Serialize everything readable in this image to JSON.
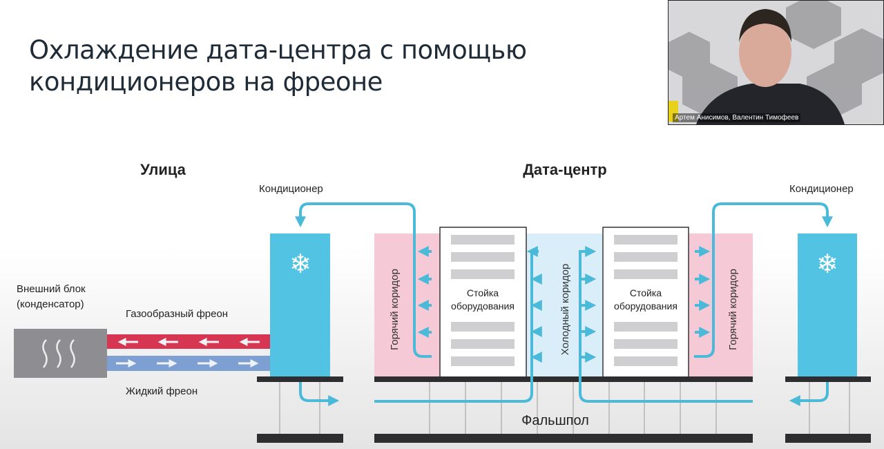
{
  "slide": {
    "title_line1": "Охлаждение дата-центра с помощью",
    "title_line2": "кондиционеров на фреоне"
  },
  "video": {
    "caption": "Артем Анисимов, Валентин Тимофеев"
  },
  "diagram": {
    "street_label": "Улица",
    "datacenter_label": "Дата-центр",
    "ac_left_label": "Кондиционер",
    "ac_right_label": "Кондиционер",
    "outdoor_unit_line1": "Внешний блок",
    "outdoor_unit_line2": "(конденсатор)",
    "gas_freon": "Газообразный фреон",
    "liquid_freon": "Жидкий фреон",
    "hot_corridor_left": "Горячий коридор",
    "cold_corridor": "Холодный коридор",
    "hot_corridor_right": "Горячий коридор",
    "rack_left_line1": "Стойка",
    "rack_left_line2": "оборудования",
    "rack_right_line1": "Стойка",
    "rack_right_line2": "оборудования",
    "raised_floor": "Фальшпол",
    "colors": {
      "air": "#4bbad9",
      "ac_unit": "#52c3e2",
      "hot": "#f6c9d7",
      "cold": "#d9eef9",
      "gas_pipe": "#d63651",
      "liquid_pipe": "#7d9fd2"
    }
  }
}
